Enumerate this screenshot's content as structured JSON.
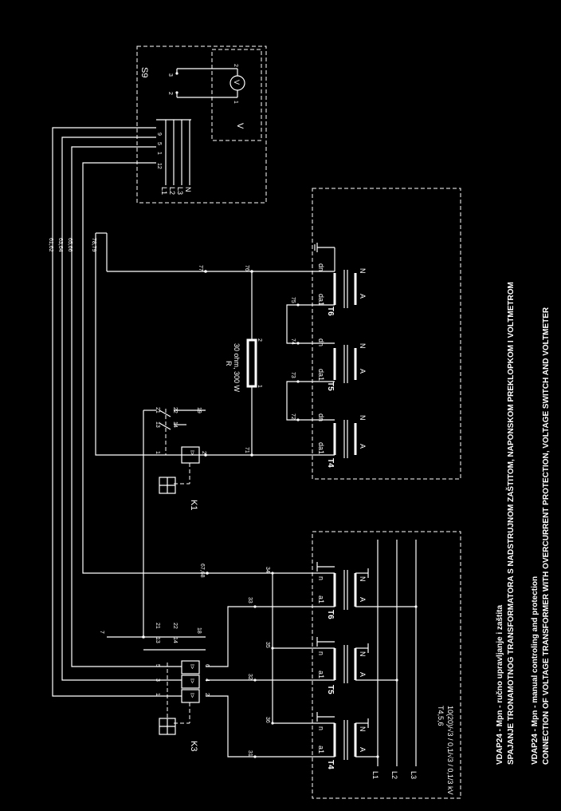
{
  "title": {
    "line1_sr": "VDAP24 - Mpn - ručno upravljanje i zaštita",
    "line2_sr": "SPAJANJE TRONAMOTNOG TRANSFORMATORA S NADSTRUJNOM ZAŠTITOM, NAPONSKOM PREKLOPKOM I VOLTMETROM",
    "line1_en": "VDAP24 - Mpn - manual controling and protection",
    "line2_en": "CONNECTION OF VOLTAGE TRANSFORMER WITH OVERCURRENT PROTECTION, VOLTAGE SWITCH AND VOLTMETER"
  },
  "s9": {
    "label": "S9",
    "phases": [
      "L1",
      "L2",
      "L3",
      "N"
    ],
    "terminals": [
      "12",
      "1",
      "5",
      "9"
    ],
    "contacts": [
      "2",
      "3"
    ],
    "voltmeter_label": "V",
    "voltmeter_symbol": "V",
    "voltmeter_pins": [
      "1",
      "2"
    ]
  },
  "bus_labels": [
    "61,62",
    "63,64",
    "65,66",
    "78,79"
  ],
  "resistor": {
    "name": "R",
    "spec": "30 ohm, 300 W",
    "pin1": "1",
    "pin2": "2"
  },
  "k1": {
    "label": "K1",
    "terms": [
      "21",
      "22",
      "13",
      "14",
      "1",
      "2",
      "19"
    ],
    "relay_symbol": "I>"
  },
  "k3": {
    "label": "K3",
    "terms": [
      "7",
      "21",
      "22",
      "13",
      "14",
      "18",
      "1",
      "2",
      "3",
      "4",
      "5",
      "6"
    ],
    "relay_symbol": "I>"
  },
  "upper_wires": [
    "77",
    "76",
    "75",
    "74",
    "73",
    "72",
    "71"
  ],
  "lower_wires": [
    "67,68",
    "34",
    "33",
    "35",
    "32",
    "36",
    "31"
  ],
  "transformers_upper": [
    {
      "name": "T6",
      "w1": "da1",
      "w2": "dn",
      "p1": "A",
      "p2": "N"
    },
    {
      "name": "T5",
      "w1": "da1",
      "w2": "dn",
      "p1": "A",
      "p2": "N"
    },
    {
      "name": "T4",
      "w1": "da1",
      "w2": "dn",
      "p1": "A",
      "p2": "N"
    }
  ],
  "transformers_lower": [
    {
      "name": "T6",
      "w1": "a1",
      "w2": "n",
      "p1": "A",
      "p2": "N"
    },
    {
      "name": "T5",
      "w1": "a1",
      "w2": "n",
      "p1": "A",
      "p2": "N"
    },
    {
      "name": "T4",
      "w1": "a1",
      "w2": "n",
      "p1": "A",
      "p2": "N"
    }
  ],
  "lines": [
    "L1",
    "L2",
    "L3"
  ],
  "rating": {
    "line1": "T4,5,6",
    "line2": "10(20)/√3 / 0,1/√3 / 0,1/3  kV"
  }
}
